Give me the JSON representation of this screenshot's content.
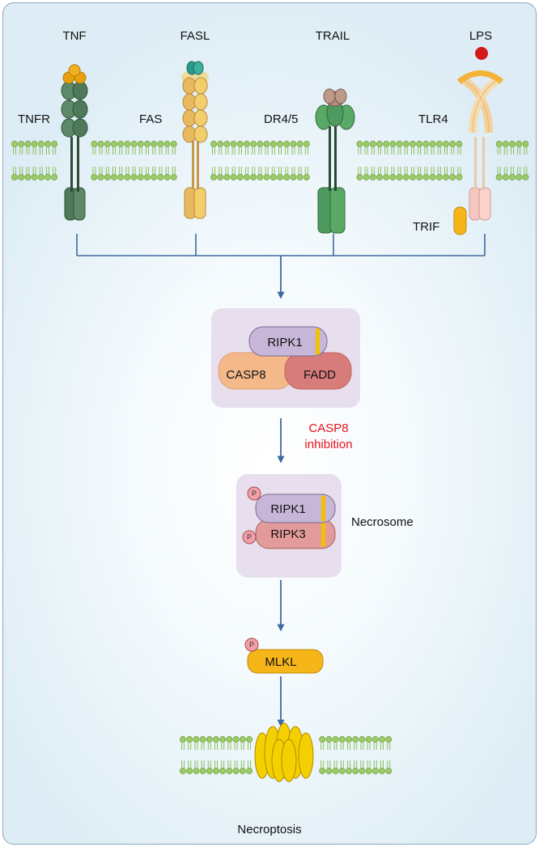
{
  "ligands": {
    "tnf": "TNF",
    "fasl": "FASL",
    "trail": "TRAIL",
    "lps": "LPS"
  },
  "receptors": {
    "tnfr": "TNFR",
    "fas": "FAS",
    "dr45": "DR4/5",
    "tlr4": "TLR4",
    "trif": "TRIF"
  },
  "complex1": {
    "ripk1": "RIPK1",
    "casp8": "CASP8",
    "fadd": "FADD"
  },
  "inhibition": {
    "line1": "CASP8",
    "line2": "inhibition"
  },
  "necrosome": {
    "label": "Necrosome",
    "ripk1": "RIPK1",
    "ripk3": "RIPK3",
    "phospho": "P"
  },
  "mlkl": {
    "label": "MLKL",
    "phospho": "P"
  },
  "outcome": "Necroptosis",
  "colors": {
    "arrow": "#3d6aa0",
    "membrane_head": "#9ccc65",
    "dark_green": "#4e7a5a",
    "green": "#5aa866",
    "orange": "#e8a010",
    "yellow": "#f3cf6c",
    "teal": "#2a9a8a",
    "red_label": "#e8141b",
    "lps": "#d31a1a",
    "ripk1": "#c8b6d8",
    "casp8": "#f3b98b",
    "fadd": "#d87b7b",
    "ripk3": "#e39a9a",
    "mlkl": "#f6b519",
    "pore": "#f5d000"
  }
}
